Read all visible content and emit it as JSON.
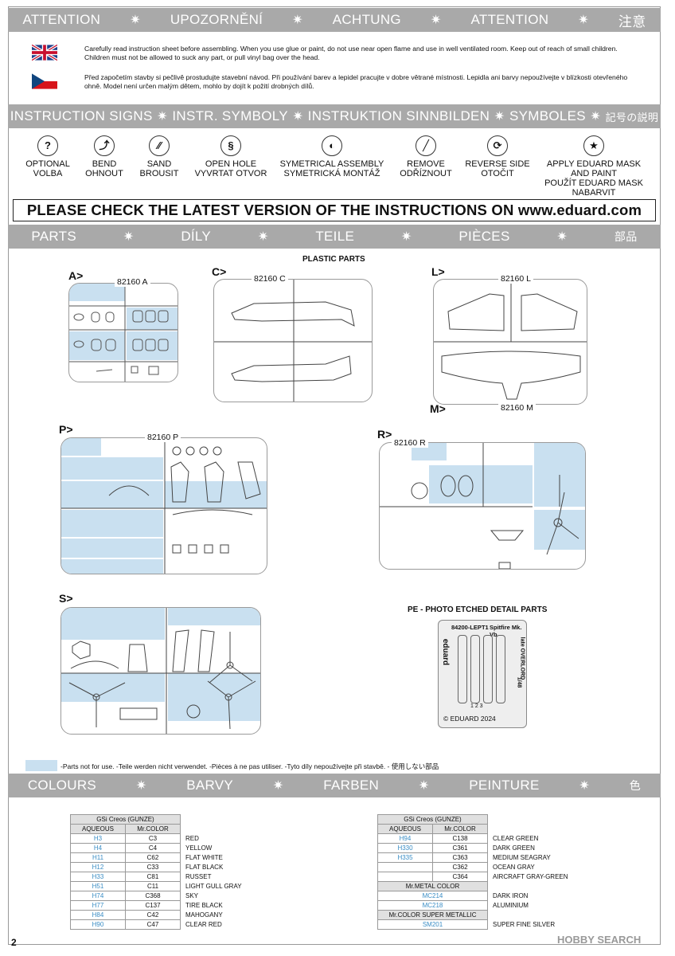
{
  "bands": {
    "attention": [
      "ATTENTION",
      "UPOZORNĚNÍ",
      "ACHTUNG",
      "ATTENTION",
      "注意"
    ],
    "signs": [
      "INSTRUCTION SIGNS",
      "INSTR. SYMBOLY",
      "INSTRUKTION SINNBILDEN",
      "SYMBOLES",
      "記号の説明"
    ],
    "parts": [
      "PARTS",
      "DÍLY",
      "TEILE",
      "PIÈCES",
      "部品"
    ],
    "colours": [
      "COLOURS",
      "BARVY",
      "FARBEN",
      "PEINTURE",
      "色"
    ]
  },
  "warnings": {
    "en": "Carefully read instruction sheet before assembling. When you use glue or paint, do not use near open flame and use in well ventilated room. Keep out of reach of small children. Children must not be allowed to suck any part, or pull vinyl bag over the head.",
    "cz": "Před započetím stavby si pečlivě prostudujte stavební návod. Při používání barev a lepidel pracujte v dobre větrané místnosti. Lepidla ani barvy nepoužívejte v blízkosti otevřeného ohně. Model není určen malým dětem, mohlo by dojít k požití drobných dílů."
  },
  "instruction_signs": [
    {
      "icon": "question-icon",
      "l1": "OPTIONAL",
      "l2": "VOLBA",
      "l3": "",
      "l4": ""
    },
    {
      "icon": "bend-icon",
      "l1": "BEND",
      "l2": "OHNOUT",
      "l3": "",
      "l4": ""
    },
    {
      "icon": "sand-icon",
      "l1": "SAND",
      "l2": "BROUSIT",
      "l3": "",
      "l4": ""
    },
    {
      "icon": "drill-icon",
      "l1": "OPEN HOLE",
      "l2": "VYVRTAT OTVOR",
      "l3": "",
      "l4": ""
    },
    {
      "icon": "symmetric-icon",
      "l1": "SYMETRICAL ASSEMBLY",
      "l2": "SYMETRICKÁ MONTÁŽ",
      "l3": "",
      "l4": ""
    },
    {
      "icon": "knife-icon",
      "l1": "REMOVE",
      "l2": "ODŘÍZNOUT",
      "l3": "",
      "l4": ""
    },
    {
      "icon": "flip-icon",
      "l1": "REVERSE SIDE",
      "l2": "OTOČIT",
      "l3": "",
      "l4": ""
    },
    {
      "icon": "star-icon",
      "l1": "APPLY EDUARD MASK",
      "l2": "AND PAINT",
      "l3": "POUŽÍT EDUARD MASK",
      "l4": "NABARVIT"
    }
  ],
  "check_latest": "PLEASE CHECK THE LATEST VERSION OF THE INSTRUCTIONS ON www.eduard.com",
  "plastic_parts_title": "PLASTIC PARTS",
  "pe_title": "PE - PHOTO ETCHED DETAIL PARTS",
  "sprues": {
    "A": {
      "label": "A>",
      "code": "82160 A"
    },
    "C": {
      "label": "C>",
      "code": "82160 C"
    },
    "L": {
      "label": "L>",
      "code": "82160 L"
    },
    "M": {
      "label": "M>",
      "code": "82160 M"
    },
    "P": {
      "label": "P>",
      "code": "82160 P"
    },
    "R": {
      "label": "R>",
      "code": "82160 R"
    },
    "S": {
      "label": "S>",
      "code": ""
    }
  },
  "pe_fret": {
    "code": "84200-LEPT1",
    "name": "Spitfire Mk. Vb",
    "sub": "late OVERLORD",
    "scale": "1/48",
    "brand": "eduard",
    "copyright": "© EDUARD 2024",
    "numbers": "1  2  3"
  },
  "legend_note": "-Parts not for use. -Teile werden nicht verwendet. -Pièces à ne pas utiliser. -Tyto díly nepoužívejte při stavbě. -  使用しない部品",
  "colour_tables": {
    "left": {
      "brand": "GSi Creos (GUNZE)",
      "col1": "AQUEOUS",
      "col2": "Mr.COLOR",
      "rows": [
        [
          "H3",
          "C3",
          "RED"
        ],
        [
          "H4",
          "C4",
          "YELLOW"
        ],
        [
          "H11",
          "C62",
          "FLAT WHITE"
        ],
        [
          "H12",
          "C33",
          "FLAT BLACK"
        ],
        [
          "H33",
          "C81",
          "RUSSET"
        ],
        [
          "H51",
          "C11",
          "LIGHT GULL GRAY"
        ],
        [
          "H74",
          "C368",
          "SKY"
        ],
        [
          "H77",
          "C137",
          "TIRE BLACK"
        ],
        [
          "H84",
          "C42",
          "MAHOGANY"
        ],
        [
          "H90",
          "C47",
          "CLEAR RED"
        ]
      ]
    },
    "right": {
      "brand": "GSi Creos (GUNZE)",
      "col1": "AQUEOUS",
      "col2": "Mr.COLOR",
      "rows": [
        [
          "H94",
          "C138",
          "CLEAR GREEN"
        ],
        [
          "H330",
          "C361",
          "DARK GREEN"
        ],
        [
          "H335",
          "C363",
          "MEDIUM SEAGRAY"
        ],
        [
          "",
          "C362",
          "OCEAN GRAY"
        ],
        [
          "",
          "C364",
          "AIRCRAFT GRAY-GREEN"
        ]
      ],
      "metal_title": "Mr.METAL COLOR",
      "metal_rows": [
        [
          "MC214",
          "DARK IRON"
        ],
        [
          "MC218",
          "ALUMINIUM"
        ]
      ],
      "super_title": "Mr.COLOR SUPER METALLIC",
      "super_rows": [
        [
          "SM201",
          "SUPER FINE SILVER"
        ]
      ]
    }
  },
  "page_number": "2",
  "watermark": "HOBBY SEARCH",
  "colors": {
    "band": "#a9a9a9",
    "unused": "#c9e0f0",
    "aqueous_code": "#3a8dc5"
  }
}
